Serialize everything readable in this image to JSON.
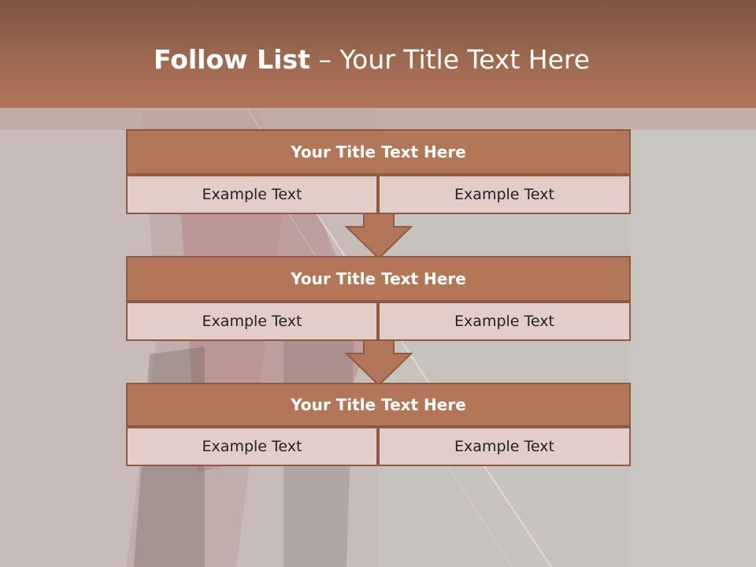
{
  "slide": {
    "title_bold": "Follow List",
    "title_rest": " – Your Title Text Here"
  },
  "steps": [
    {
      "title": "Your Title Text Here",
      "left": "Example Text",
      "right": "Example Text"
    },
    {
      "title": "Your Title Text Here",
      "left": "Example Text",
      "right": "Example Text"
    },
    {
      "title": "Your Title Text Here",
      "left": "Example Text",
      "right": "Example Text"
    }
  ],
  "colors": {
    "header": "#a06a51",
    "box_title": "#b37659",
    "box_cell": "#e3cdc8",
    "border": "#8e5a43",
    "background": "#c9c2bf"
  },
  "icons": {
    "arrow": "down-arrow-icon"
  }
}
